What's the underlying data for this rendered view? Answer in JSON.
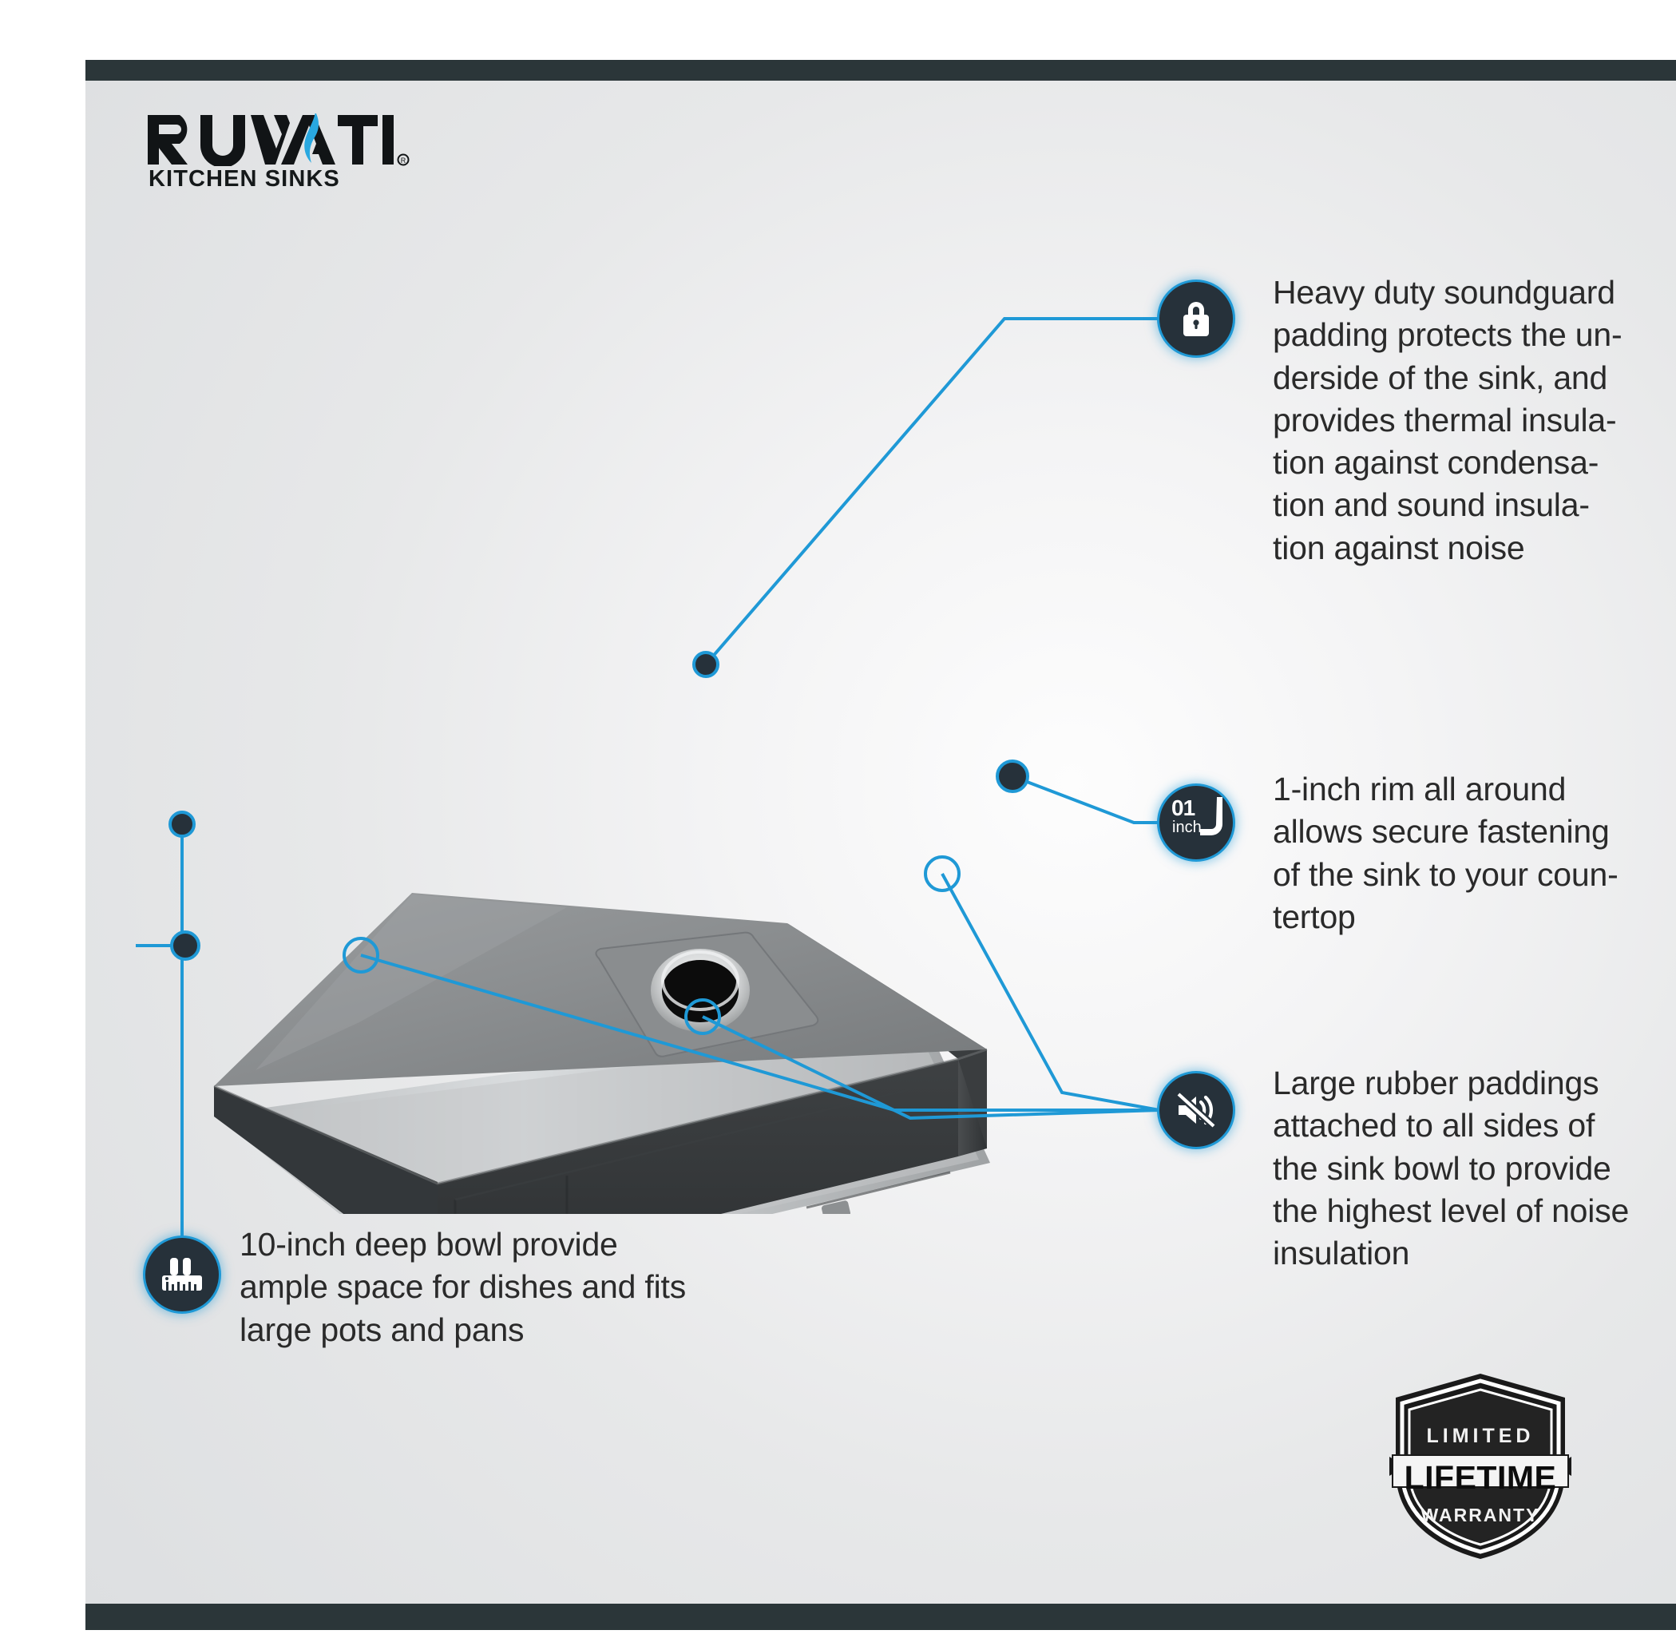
{
  "brand": {
    "name": "RUVATI",
    "registered_mark": "®",
    "tagline": "KITCHEN SINKS",
    "accent_color": "#29a8e0",
    "logo_color": "#111416"
  },
  "theme": {
    "bar_color": "#2b3639",
    "panel_bg_light": "#fdfdfd",
    "panel_bg_dark": "#dddfe1",
    "callout_icon_bg": "#26313a",
    "connector_color": "#1f99d6",
    "text_color": "#2a2a2a"
  },
  "product": {
    "description": "Underside view of a stainless steel undermount kitchen sink with gray soundguard padding and black rubber padding",
    "soundguard_color": "#8e9193",
    "rubber_color": "#3a3d40",
    "rim_color": "#c9ccce"
  },
  "callouts": [
    {
      "id": "soundguard",
      "icon": "lock-icon",
      "lines": [
        "Heavy duty soundguard",
        "padding protects the un-",
        "derside of the sink, and",
        "provides thermal insula-",
        "tion against condensa-",
        "tion and sound insula-",
        "tion against noise"
      ]
    },
    {
      "id": "rim",
      "icon": "one-inch-rim-icon",
      "icon_number": "01",
      "icon_unit": "inch",
      "lines": [
        "1-inch rim all around",
        "allows secure fastening",
        "of the sink to your coun-",
        "tertop"
      ]
    },
    {
      "id": "rubber-padding",
      "icon": "mute-speaker-icon",
      "lines": [
        "Large rubber paddings",
        "attached to all sides of",
        "the sink bowl to provide",
        "the highest level of noise",
        "insulation"
      ]
    },
    {
      "id": "deep-bowl",
      "icon": "ruler-depth-icon",
      "lines": [
        "10-inch deep bowl provide",
        "ample space for dishes and fits",
        "large pots and pans"
      ]
    }
  ],
  "warranty_badge": {
    "line1": "LIMITED",
    "line2": "LIFETIME",
    "line3": "WARRANTY"
  }
}
